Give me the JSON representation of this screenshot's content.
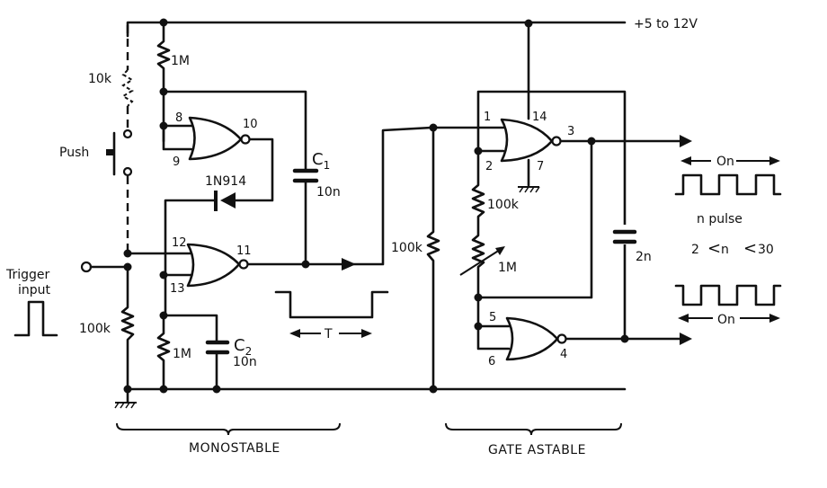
{
  "supply": {
    "label": "+5 to 12V"
  },
  "monostable": {
    "section_label": "MONOSTABLE",
    "pull_up_resistor": "1M",
    "push_resistor": "10k",
    "push_label": "Push",
    "trigger_label_line1": "Trigger",
    "trigger_label_line2": "input",
    "input_resistor": "100k",
    "timing_resistor": "1M",
    "diode": "1N914",
    "c1": {
      "name": "C",
      "sub": "1",
      "value": "10n"
    },
    "c2": {
      "name": "C",
      "sub": "2",
      "value": "10n"
    },
    "gate_a_pins": {
      "in1": "8",
      "in2": "9",
      "out": "10"
    },
    "gate_b_pins": {
      "in1": "12",
      "in2": "13",
      "out": "11"
    },
    "pulse_width_label": "T"
  },
  "gate_astable": {
    "section_label": "GATE ASTABLE",
    "input_resistor": "100k",
    "series_resistor": "100k",
    "variable_resistor": "1M",
    "capacitor": "2n",
    "gate_c_pins": {
      "in1": "1",
      "in2": "2",
      "vcc": "14",
      "gnd": "7",
      "out": "3"
    },
    "gate_d_pins": {
      "in1": "5",
      "in2": "6",
      "out": "4"
    }
  },
  "output": {
    "on_label_top": "On",
    "on_label_bottom": "On",
    "pulse_label": "n pulse",
    "range_label_left": "2",
    "range_label_mid": "n",
    "range_label_right": "30"
  }
}
